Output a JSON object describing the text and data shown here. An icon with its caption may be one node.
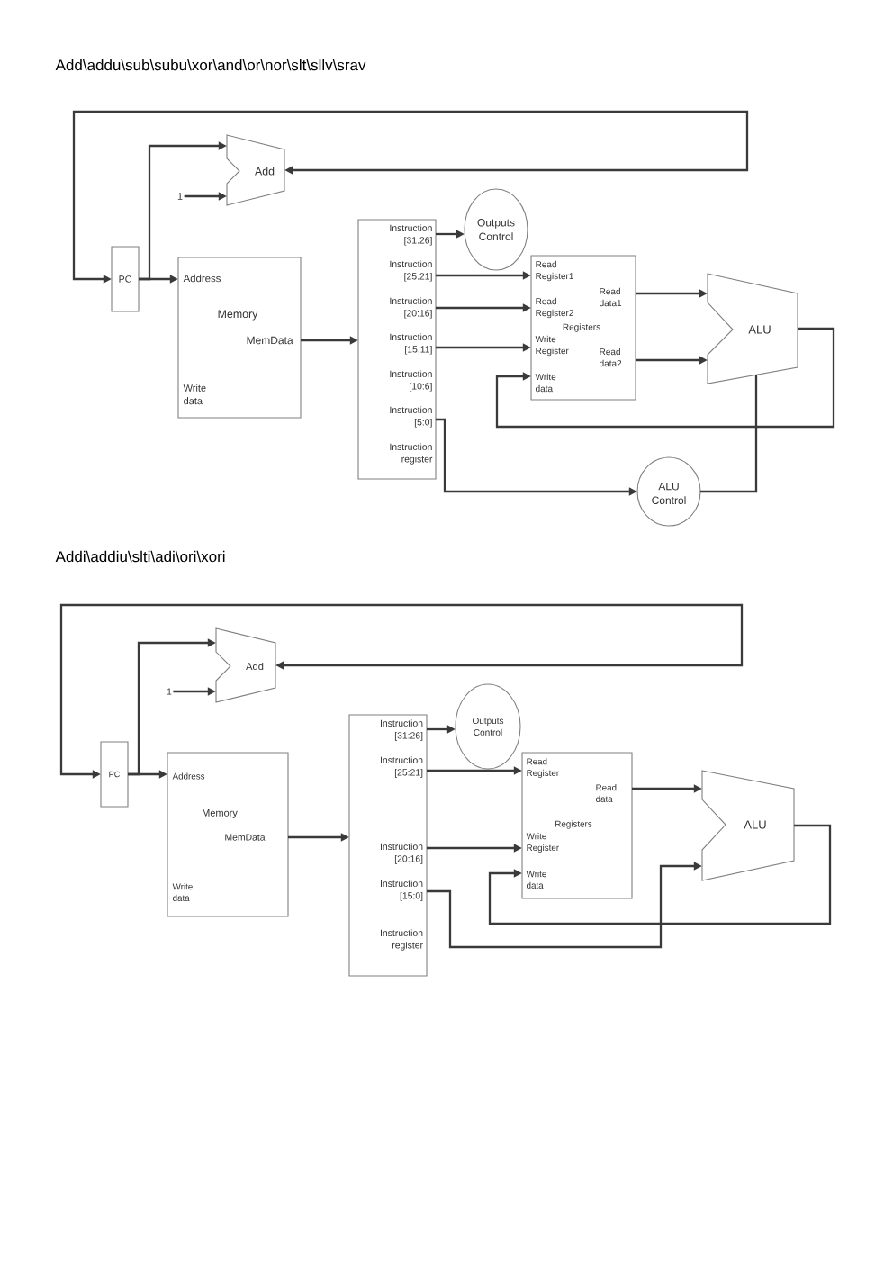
{
  "diagram": {
    "nodes": [
      {
        "text": [
          "PC"
        ]
      },
      {
        "text": [
          "Add"
        ]
      },
      {
        "text": [
          "1"
        ]
      },
      {
        "text": [
          "Address",
          "Memory",
          "MemData",
          "Write data"
        ]
      },
      {
        "text": [
          "Instruction [31:26]",
          "Instruction [25:21]",
          "Instruction [20:16]",
          "Instruction [15:11]",
          "Instruction [10:6]",
          "Instruction [5:0]",
          "Instruction register"
        ]
      },
      {
        "text": [
          "Outputs Control"
        ]
      },
      {
        "text": [
          "Read Register1",
          "Read data1",
          "Read Register2",
          "Registers",
          "Write Register",
          "Read data2",
          "Write data"
        ]
      },
      {
        "text": [
          "ALU"
        ]
      },
      {
        "text": [
          "ALU Control"
        ]
      },
      {
        "text": [
          "PC"
        ]
      },
      {
        "text": [
          "Add"
        ]
      },
      {
        "text": [
          "1"
        ]
      },
      {
        "text": [
          "Address",
          "Memory",
          "MemData",
          "Write data"
        ]
      },
      {
        "text": [
          "Instruction [31:26]",
          "Instruction [25:21]",
          "Instruction [20:16]",
          "Instruction [15:0]",
          "Instruction register"
        ]
      },
      {
        "text": [
          "Outputs Control"
        ]
      },
      {
        "text": [
          "Read Register",
          "Read data",
          "Registers",
          "Write Register",
          "Write data"
        ]
      },
      {
        "text": [
          "ALU"
        ]
      }
    ],
    "edges": [
      {
        "from": 1,
        "to": 0,
        "arrow": "both"
      },
      {
        "from": 0,
        "to": 3,
        "arrow": "to"
      },
      {
        "from": 0,
        "to": 1,
        "arrow": "to"
      },
      {
        "from": 2,
        "to": 1,
        "arrow": "to"
      },
      {
        "from": 3,
        "to": 4,
        "arrow": "to"
      },
      {
        "from": 4,
        "to": 5,
        "arrow": "to"
      },
      {
        "from": 4,
        "to": 6,
        "arrow": "to"
      },
      {
        "from": 4,
        "to": 6,
        "arrow": "to"
      },
      {
        "from": 4,
        "to": 6,
        "arrow": "to"
      },
      {
        "from": 6,
        "to": 7,
        "arrow": "to"
      },
      {
        "from": 6,
        "to": 7,
        "arrow": "to"
      },
      {
        "from": 7,
        "to": 6,
        "arrow": "to"
      },
      {
        "from": 4,
        "to": 8,
        "arrow": "to"
      },
      {
        "from": 8,
        "to": 7,
        "arrow": "none"
      },
      {
        "from": 10,
        "to": 9,
        "arrow": "both"
      },
      {
        "from": 9,
        "to": 12,
        "arrow": "to"
      },
      {
        "from": 9,
        "to": 10,
        "arrow": "to"
      },
      {
        "from": 11,
        "to": 10,
        "arrow": "to"
      },
      {
        "from": 12,
        "to": 13,
        "arrow": "to"
      },
      {
        "from": 13,
        "to": 14,
        "arrow": "to"
      },
      {
        "from": 13,
        "to": 15,
        "arrow": "to"
      },
      {
        "from": 13,
        "to": 15,
        "arrow": "to"
      },
      {
        "from": 15,
        "to": 16,
        "arrow": "to"
      },
      {
        "from": 16,
        "to": 15,
        "arrow": "to"
      },
      {
        "from": 13,
        "to": 16,
        "arrow": "to"
      }
    ],
    "labels": [
      "Add\\addu\\sub\\subu\\xor\\and\\or\\nor\\slt\\sllv\\srav",
      "Addi\\addiu\\slti\\adi\\ori\\xori"
    ]
  }
}
